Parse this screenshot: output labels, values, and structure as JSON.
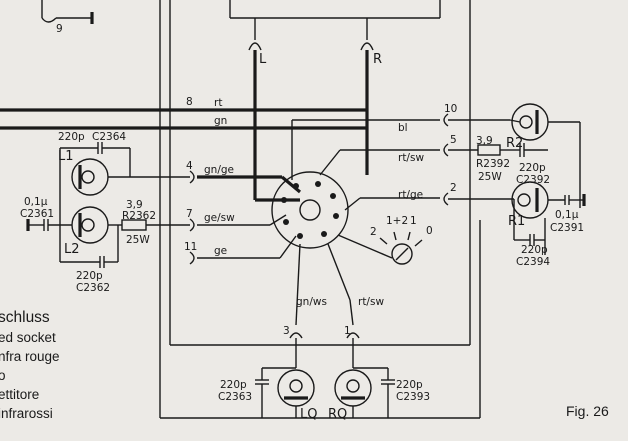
{
  "figure_label": "Fig. 26",
  "top_jacks": {
    "L": "L",
    "R": "R",
    "nine": "9"
  },
  "wires": {
    "rt": "rt",
    "gn": "gn",
    "bl": "bl",
    "rt_sw": "rt/sw",
    "gn_ge": "gn/ge",
    "rt_ge": "rt/ge",
    "ge_sw": "ge/sw",
    "ge": "ge",
    "gn_ws": "gn/ws",
    "rt_sw_b": "rt/sw"
  },
  "terminals": {
    "t8": "8",
    "t10": "10",
    "t5": "5",
    "t4": "4",
    "t2": "2",
    "t7": "7",
    "t11": "11",
    "t3": "3",
    "t1": "1"
  },
  "components": {
    "c2364_val": "220p",
    "c2364_ref": "C2364",
    "l1": "L1",
    "l2": "L2",
    "c2361_val": "0,1µ",
    "c2361_ref": "C2361",
    "r2362_val": "3,9",
    "r2362_ref": "R2362",
    "r2362_w": "25W",
    "c2362_val": "220p",
    "c2362_ref": "C2362",
    "r2392_val": "3,9",
    "r2392_ref": "R2392",
    "r2392_w": "25W",
    "r2": "R2",
    "c2392_val": "220p",
    "c2392_ref": "C2392",
    "r1": "R1",
    "c2391_val": "0,1µ",
    "c2391_ref": "C2391",
    "c2394_val": "220p",
    "c2394_ref": "C2394",
    "c2363_val": "220p",
    "c2363_ref": "C2363",
    "c2393_val": "220p",
    "c2393_ref": "C2393",
    "lq": "LQ",
    "rq": "RQ"
  },
  "switch_positions": {
    "p2": "2",
    "p12": "1+2",
    "p1": "1",
    "p0": "0"
  },
  "legend": {
    "title": "schluss",
    "line1": "ed socket",
    "line2": "nfra rouge",
    "line3": "o",
    "line4": "ettitore",
    "line5": "infrarossi"
  }
}
